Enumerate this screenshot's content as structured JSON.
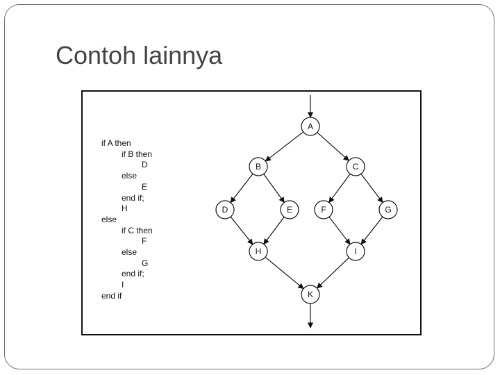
{
  "slide": {
    "title": "Contoh lainnya"
  },
  "code": {
    "lines": [
      {
        "text": "if A then",
        "indent": 0
      },
      {
        "text": "if B then",
        "indent": 1
      },
      {
        "text": "D",
        "indent": 2
      },
      {
        "text": "else",
        "indent": 1
      },
      {
        "text": "E",
        "indent": 2
      },
      {
        "text": "end if;",
        "indent": 1
      },
      {
        "text": "H",
        "indent": 1
      },
      {
        "text": "else",
        "indent": 0
      },
      {
        "text": "if C then",
        "indent": 1
      },
      {
        "text": "F",
        "indent": 2
      },
      {
        "text": "else",
        "indent": 1
      },
      {
        "text": "G",
        "indent": 2
      },
      {
        "text": "end if;",
        "indent": 1
      },
      {
        "text": "I",
        "indent": 1
      },
      {
        "text": "end if",
        "indent": 0
      }
    ]
  },
  "flowgraph": {
    "nodes": [
      "A",
      "B",
      "C",
      "D",
      "E",
      "F",
      "G",
      "H",
      "I",
      "K"
    ],
    "edges": [
      [
        "A",
        "B"
      ],
      [
        "A",
        "C"
      ],
      [
        "B",
        "D"
      ],
      [
        "B",
        "E"
      ],
      [
        "C",
        "F"
      ],
      [
        "C",
        "G"
      ],
      [
        "D",
        "H"
      ],
      [
        "E",
        "H"
      ],
      [
        "F",
        "I"
      ],
      [
        "G",
        "I"
      ],
      [
        "H",
        "K"
      ],
      [
        "I",
        "K"
      ]
    ]
  }
}
